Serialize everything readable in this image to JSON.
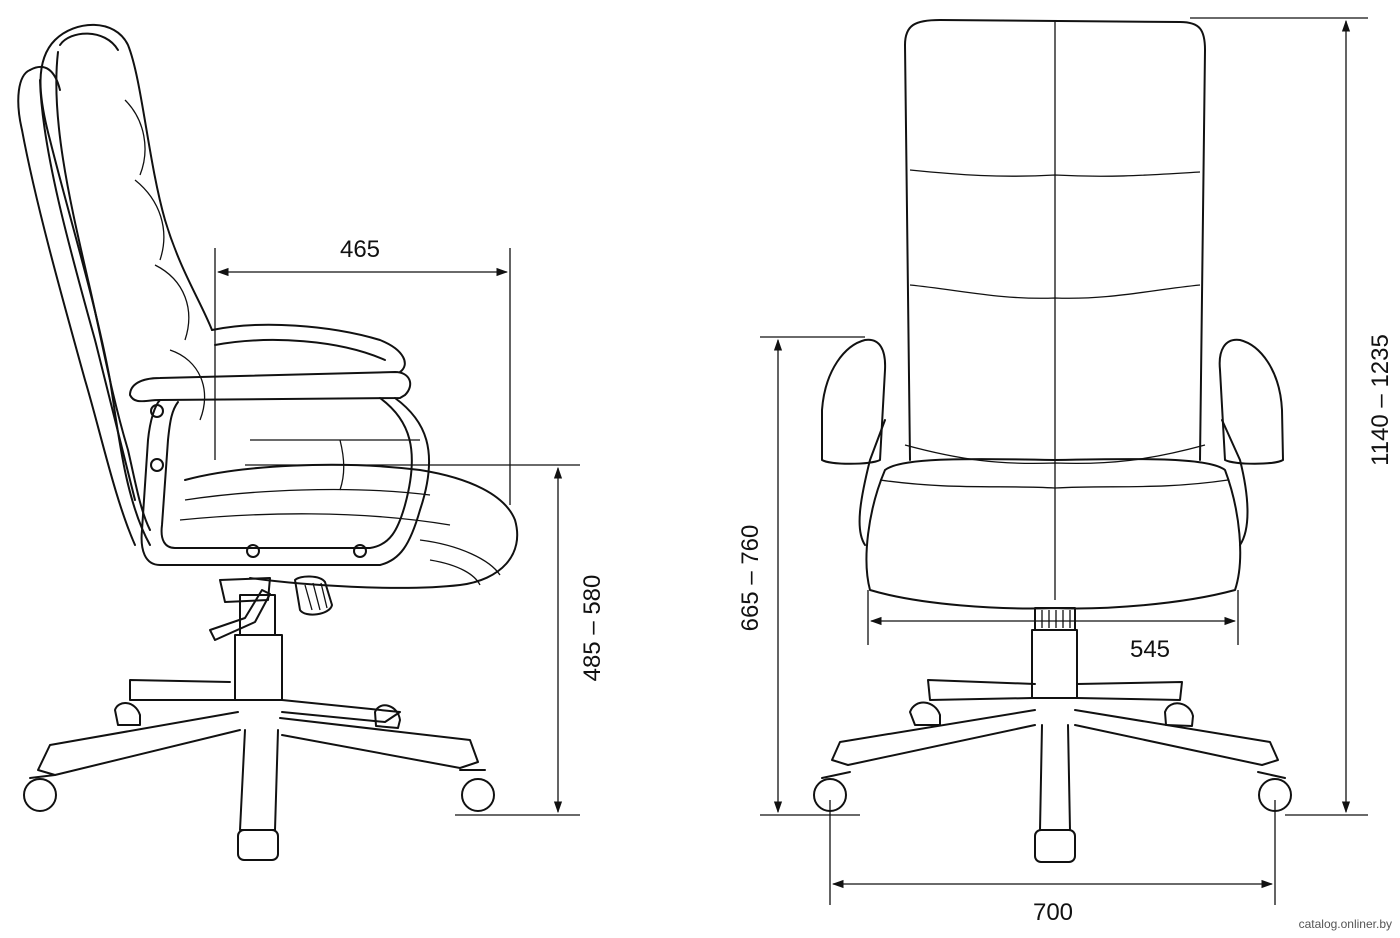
{
  "dimensions": {
    "seat_depth": "465",
    "seat_height": "485 – 580",
    "armrest_height": "665 – 760",
    "seat_width": "545",
    "total_height": "1140 – 1235",
    "base_width": "700"
  },
  "watermark": "catalog.onliner.by"
}
